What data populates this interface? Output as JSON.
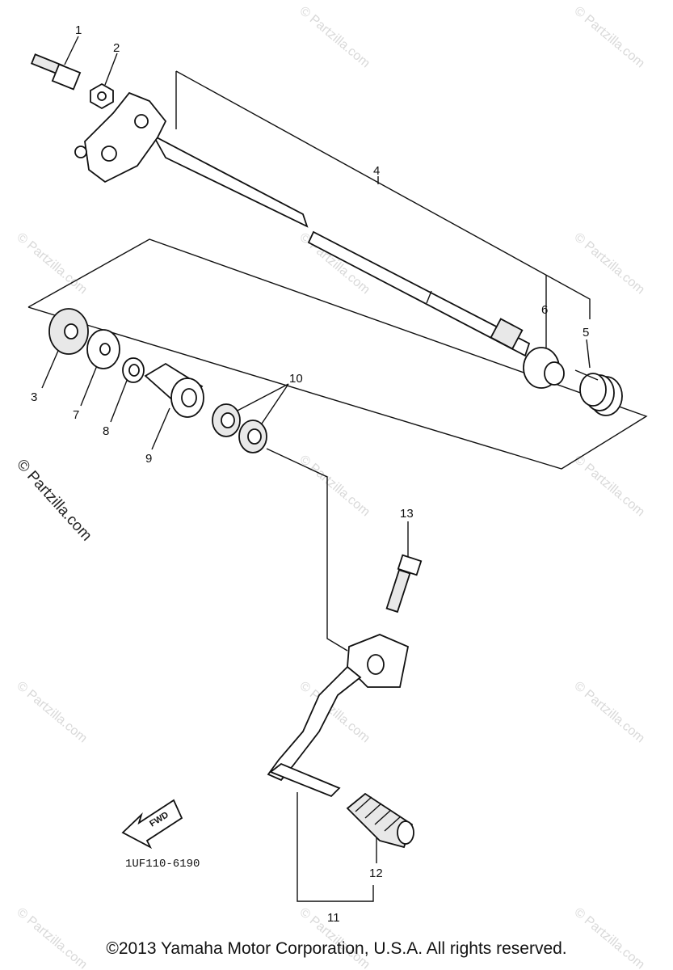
{
  "diagram": {
    "part_numbers": [
      "1",
      "2",
      "3",
      "4",
      "5",
      "6",
      "7",
      "8",
      "9",
      "10",
      "11",
      "12",
      "13"
    ],
    "figure_code": "1UF110-6190",
    "fwd_label": "FWD",
    "watermark": "© Partzilla.com",
    "copyright": "©2013 Yamaha Motor Corporation, U.S.A. All rights reserved."
  }
}
